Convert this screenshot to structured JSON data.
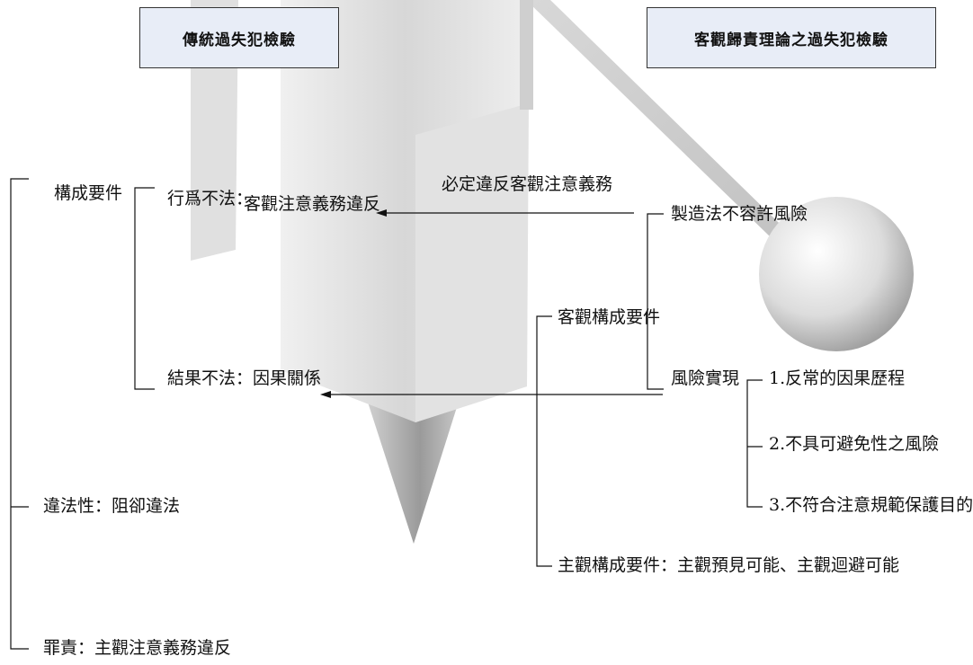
{
  "header": {
    "left_title": "傳統過失犯檢驗",
    "right_title": "客觀歸責理論之過失犯檢驗"
  },
  "traditional": {
    "constituent": "構成要件",
    "act_wrong_label": "行爲不法：",
    "act_wrong_value": "客觀注意義務違反",
    "result_wrong": "結果不法：因果關係",
    "illegality": "違法性：阻卻違法",
    "culpability": "罪責：主觀注意義務違反"
  },
  "objective_imputation": {
    "arrow_note": "必定違反客觀注意義務",
    "create_risk": "製造法不容許風險",
    "objective_elements": "客觀構成要件",
    "risk_realization": "風險實現",
    "realization_items": [
      "1.反常的因果歷程",
      "2.不具可避免性之風險",
      "3.不符合注意規範保護目的"
    ],
    "subjective_elements": "主觀構成要件：主觀預見可能、主觀迴避可能"
  },
  "colors": {
    "header_fill": "#e8edf7",
    "line": "#111111"
  }
}
